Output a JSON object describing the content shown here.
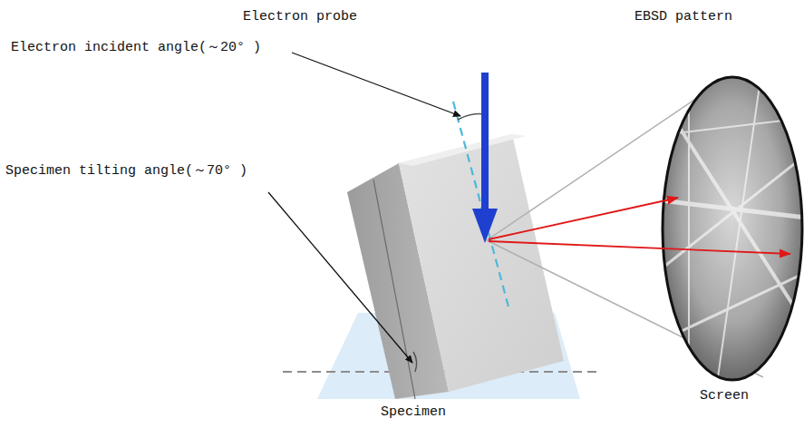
{
  "diagram": {
    "labels": [
      "Electron probe",
      "EBSD pattern",
      "Electron incident angle(～20° )",
      "Specimen tilting angle(～70° )",
      "Screen",
      "Specimen"
    ]
  }
}
